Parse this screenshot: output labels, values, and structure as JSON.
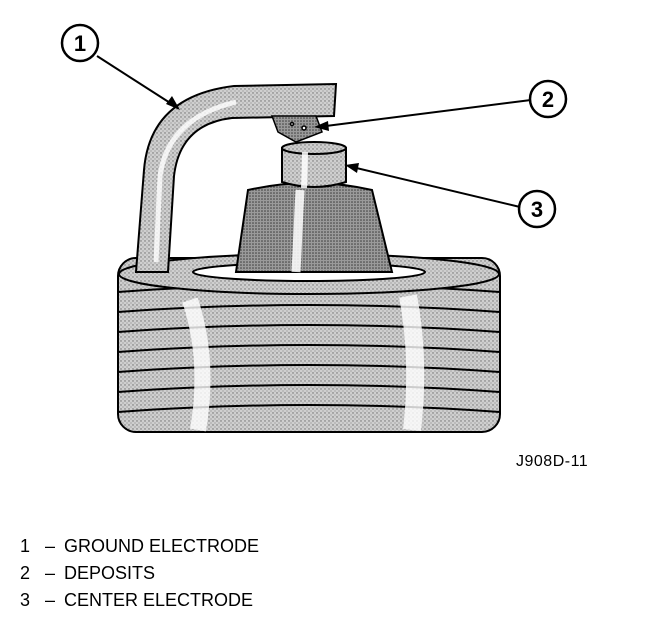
{
  "figure": {
    "code": "J908D-11",
    "callouts": [
      "1",
      "2",
      "3"
    ]
  },
  "legend": [
    {
      "num": "1",
      "dash": "–",
      "label": "GROUND ELECTRODE"
    },
    {
      "num": "2",
      "dash": "–",
      "label": "DEPOSITS"
    },
    {
      "num": "3",
      "dash": "–",
      "label": "CENTER ELECTRODE"
    }
  ]
}
